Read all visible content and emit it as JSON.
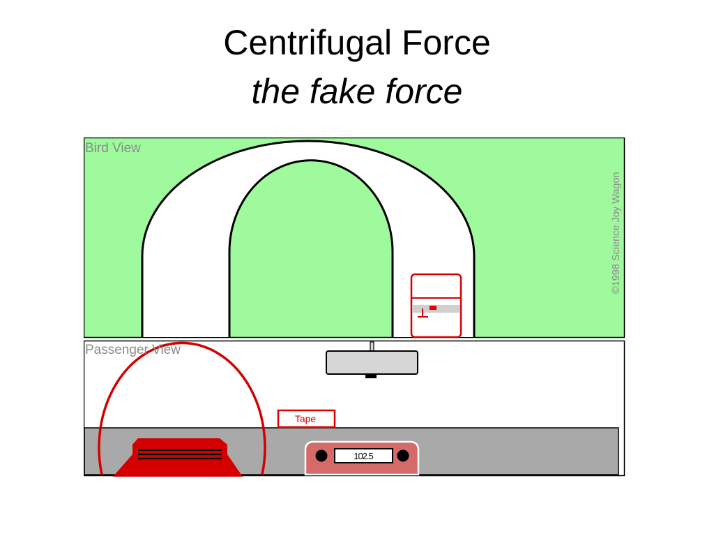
{
  "slide": {
    "title": "Centrifugal Force",
    "subtitle": "the fake force"
  },
  "bird_view": {
    "label": "Bird View",
    "copyright": "©1998 Science Joy Wagon"
  },
  "passenger_view": {
    "label": "Passenger View",
    "tape_button": "Tape",
    "radio_readout": "102.5"
  },
  "colors": {
    "grass": "#9efa9c",
    "road": "#ffffff",
    "car_red": "#d40000",
    "dashboard_gray": "#a9a9a9",
    "radio_body": "#d46a6a",
    "mirror_gray": "#d6d6d6"
  },
  "icons": [
    "car-icon",
    "steering-wheel-icon",
    "rearview-mirror-icon",
    "radio-knob-icon"
  ]
}
